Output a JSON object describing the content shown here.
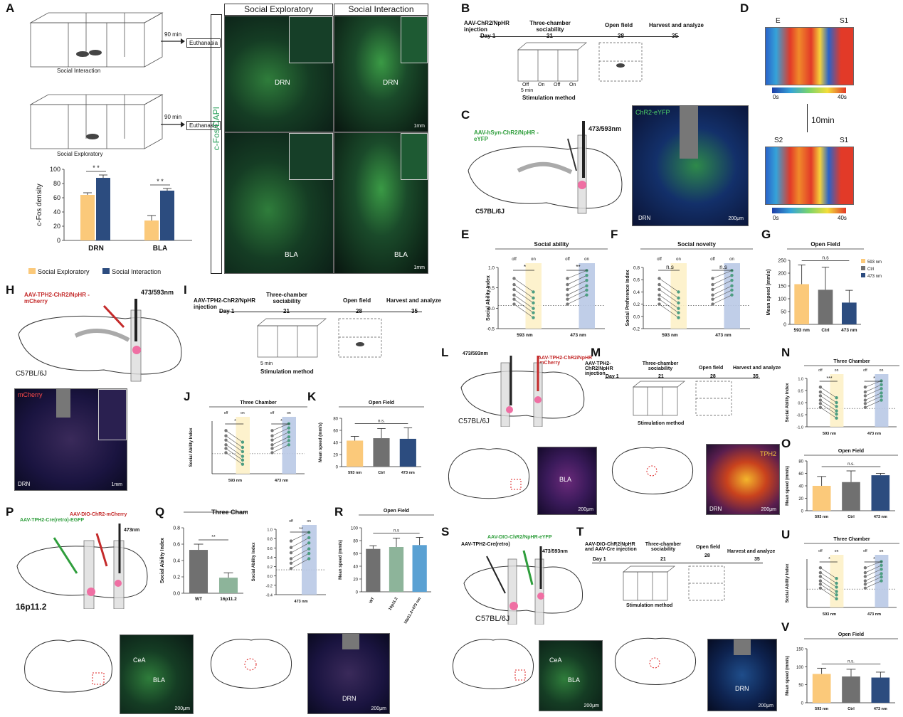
{
  "panels": {
    "A": "A",
    "B": "B",
    "C": "C",
    "D": "D",
    "E": "E",
    "F": "F",
    "G": "G",
    "H": "H",
    "I": "I",
    "J": "J",
    "K": "K",
    "L": "L",
    "M": "M",
    "N": "N",
    "O": "O",
    "P": "P",
    "Q": "Q",
    "R": "R",
    "S": "S",
    "T": "T",
    "U": "U",
    "V": "V"
  },
  "panelA": {
    "interaction_caption": "Social Interaction",
    "exploratory_caption": "Social Exploratory",
    "time": "90 min",
    "euthanasia": "Euthanasia",
    "col1": "Social Exploratory",
    "col2": "Social Interaction",
    "stain": "c-Fos/DAPI",
    "drn": "DRN",
    "bla": "BLA",
    "scale": "1mm"
  },
  "timelineB": {
    "injection": "AAV-ChR2/NpHR injection",
    "three_chamber": "Three-chamber sociability",
    "open_field": "Open field",
    "harvest": "Harvest and analyze",
    "day": "Day 1",
    "d21": "21",
    "d28": "28",
    "d35": "35",
    "stim": "Stimulation method",
    "five_min": "5 min",
    "off": "Off",
    "on": "On"
  },
  "panelC": {
    "virus": "AAV-hSyn-ChR2/NpHR -eYFP",
    "laser": "473/593nm",
    "strain": "C57BL/6J",
    "label": "ChR2-eYFP",
    "region": "DRN",
    "scale": "200μm"
  },
  "panelD": {
    "E": "E",
    "S1": "S1",
    "S2": "S2",
    "t0": "0s",
    "t40": "40s",
    "interval": "10min"
  },
  "panelH": {
    "virus": "AAV-TPH2-ChR2/NpHR -mCherry",
    "laser": "473/593nm",
    "strain": "C57BL/6J",
    "label": "mCherry",
    "region": "DRN",
    "scale": "1mm"
  },
  "timelineI": {
    "injection": "AAV-TPH2-ChR2/NpHR injection",
    "three_chamber": "Three-chamber sociability",
    "open_field": "Open field",
    "harvest": "Harvest and analyze",
    "day": "Day 1",
    "d21": "21",
    "d28": "28",
    "d35": "35",
    "stim": "Stimulation method",
    "five_min": "5 min"
  },
  "panelL": {
    "laser": "473/593nm",
    "virus": "AAV-TPH2-ChR2/NpHR -mCherry",
    "strain": "C57BL/6J",
    "bla": "BLA",
    "drn": "DRN",
    "tph2": "TPH2",
    "scale": "200μm"
  },
  "timelineM": {
    "injection": "AAV-TPH2-ChR2/NpHR injection",
    "three_chamber": "Three-chamber sociability",
    "open_field": "Open field",
    "harvest": "Harvest and analyze",
    "day": "Day 1",
    "d21": "21",
    "d28": "28",
    "d35": "35",
    "stim": "Stimulation method"
  },
  "panelP": {
    "virus1": "AAV-TPH2-Cre(retro)-EGFP",
    "virus2": "AAV-DIO-ChR2-mCherry",
    "laser": "473nm",
    "model": "16p11.2",
    "cea": "CeA",
    "bla": "BLA",
    "drn": "DRN",
    "scale": "200μm"
  },
  "panelS": {
    "virus1": "AAV-TPH2-Cre(retro)",
    "virus2": "AAV-DIO-ChR2/NpHR-eYFP",
    "laser": "473/593nm",
    "strain": "C57BL/6J",
    "cea": "CeA",
    "bla": "BLA",
    "drn": "DRN",
    "scale": "200μm"
  },
  "timelineT": {
    "injection": "AAV-DIO-ChR2/NpHR and AAV-Cre injection",
    "three_chamber": "Three-chamber sociability",
    "open_field": "Open field",
    "harvest": "Harvest and analyze",
    "day": "Day 1",
    "d21": "21",
    "d28": "28",
    "d35": "35",
    "stim": "Stimulation method"
  },
  "colors": {
    "yellow": "#fbc97a",
    "navy": "#2c4c7f",
    "grey": "#707070",
    "lightblue": "#b9c9e6",
    "paleyellow": "#fdf1c8",
    "sage": "#8db49a",
    "skyblue": "#5aa1d3",
    "teal": "#4d9e82"
  },
  "chart_data": [
    {
      "id": "A-bar",
      "type": "bar",
      "ylabel": "c-Fos density",
      "ylim": [
        0,
        100
      ],
      "yticks": [
        "0",
        "20",
        "40",
        "60",
        "80",
        "100"
      ],
      "categories": [
        "DRN",
        "BLA"
      ],
      "series": [
        {
          "name": "Social Exploratory",
          "values": [
            64,
            28
          ],
          "errors": [
            3,
            7
          ]
        },
        {
          "name": "Social Interaction",
          "values": [
            88,
            70
          ],
          "errors": [
            4,
            3
          ]
        }
      ],
      "annotations": [
        "* *",
        "* *"
      ]
    },
    {
      "id": "E",
      "type": "scatter",
      "title": "Social ability",
      "ylabel": "Social Ability Index",
      "yticks": [
        "1.0",
        "0.5",
        "0.0",
        "-0.5"
      ],
      "groups": [
        "593 nm",
        "473 nm"
      ],
      "states": [
        "off",
        "on"
      ],
      "annotations": [
        "*",
        "**"
      ]
    },
    {
      "id": "F",
      "type": "scatter",
      "title": "Social novelty",
      "ylabel": "Social Preference Index",
      "yticks": [
        "0.8",
        "0.6",
        "0.4",
        "0.2",
        "0.0",
        "-0.2"
      ],
      "groups": [
        "593 nm",
        "473 nm"
      ],
      "states": [
        "off",
        "on"
      ],
      "annotations": [
        "n.s",
        "n.s"
      ]
    },
    {
      "id": "G",
      "type": "bar",
      "title": "Open Field",
      "ylabel": "Mean speed (mm/s)",
      "ylim": [
        0,
        250
      ],
      "yticks": [
        "0",
        "50",
        "100",
        "150",
        "200",
        "250"
      ],
      "categories": [
        "593 nm",
        "Ctrl",
        "473 nm"
      ],
      "values": [
        157,
        135,
        85
      ],
      "errors": [
        75,
        88,
        48
      ],
      "annotation": "n.s"
    },
    {
      "id": "J",
      "type": "scatter",
      "title": "Three Chamber",
      "ylabel": "Social Ability Index",
      "groups": [
        "593 nm",
        "473 nm"
      ],
      "states": [
        "off",
        "on"
      ],
      "annotations": [
        "*",
        "*"
      ]
    },
    {
      "id": "K",
      "type": "bar",
      "title": "Open Field",
      "ylabel": "Mean speed (mm/s)",
      "ylim": [
        0,
        80
      ],
      "yticks": [
        "0",
        "20",
        "40",
        "60",
        "80"
      ],
      "categories": [
        "593 nm",
        "Ctrl",
        "473 nm"
      ],
      "values": [
        43,
        47,
        46
      ],
      "errors": [
        7,
        16,
        18
      ],
      "annotation": "n.s."
    },
    {
      "id": "N",
      "type": "scatter",
      "title": "Three Chamber",
      "ylabel": "Social Ability Index",
      "yticks": [
        "1.0",
        "0.5",
        "0.0",
        "-0.5",
        "-1.0"
      ],
      "groups": [
        "593 nm",
        "473 nm"
      ],
      "states": [
        "off",
        "on"
      ],
      "annotations": [
        "***",
        "*"
      ]
    },
    {
      "id": "O",
      "type": "bar",
      "title": "Open Field",
      "ylabel": "Mean speed (mm/s)",
      "ylim": [
        0,
        80
      ],
      "yticks": [
        "0",
        "20",
        "40",
        "60",
        "80"
      ],
      "categories": [
        "593 nm",
        "Ctrl",
        "473 nm"
      ],
      "values": [
        40,
        46,
        57
      ],
      "errors": [
        15,
        18,
        3
      ],
      "annotation": "n.s."
    },
    {
      "id": "Q-bar",
      "type": "bar",
      "title": "Three Chamber",
      "ylabel": "Social Ability Index",
      "ylim": [
        0,
        0.8
      ],
      "yticks": [
        "0.0",
        "0.2",
        "0.4",
        "0.6",
        "0.8"
      ],
      "categories": [
        "WT",
        "16p11.2"
      ],
      "values": [
        0.53,
        0.19
      ],
      "errors": [
        0.07,
        0.06
      ],
      "annotation": "**"
    },
    {
      "id": "Q-scatter",
      "type": "scatter",
      "ylabel": "Social Ability Index",
      "yticks": [
        "1.0",
        "0.8",
        "0.6",
        "0.4",
        "0.2",
        "0.0",
        "-0.2",
        "-0.4"
      ],
      "groups": [
        "473 nm"
      ],
      "states": [
        "off",
        "on"
      ],
      "annotations": [
        "**"
      ]
    },
    {
      "id": "R",
      "type": "bar",
      "title": "Open Field",
      "ylabel": "Mean speed (mm/s)",
      "ylim": [
        0,
        100
      ],
      "yticks": [
        "0",
        "20",
        "40",
        "60",
        "80",
        "100"
      ],
      "categories": [
        "WT",
        "16p11.2",
        "16p11.2+473 nm"
      ],
      "values": [
        67,
        70,
        73
      ],
      "errors": [
        5,
        14,
        12
      ],
      "annotation": "n.s"
    },
    {
      "id": "U",
      "type": "scatter",
      "title": "Three Chamber",
      "ylabel": "Social Ability Index",
      "groups": [
        "593 nm",
        "473 nm"
      ],
      "states": [
        "off",
        "on"
      ],
      "annotations": [
        "*",
        "*"
      ]
    },
    {
      "id": "V",
      "type": "bar",
      "title": "Open Field",
      "ylabel": "Mean speed (mm/s)",
      "ylim": [
        0,
        150
      ],
      "yticks": [
        "0",
        "50",
        "100",
        "150"
      ],
      "categories": [
        "593 nm",
        "Ctrl",
        "473 nm"
      ],
      "values": [
        80,
        73,
        70
      ],
      "errors": [
        16,
        20,
        15
      ],
      "annotation": "n.s."
    }
  ]
}
